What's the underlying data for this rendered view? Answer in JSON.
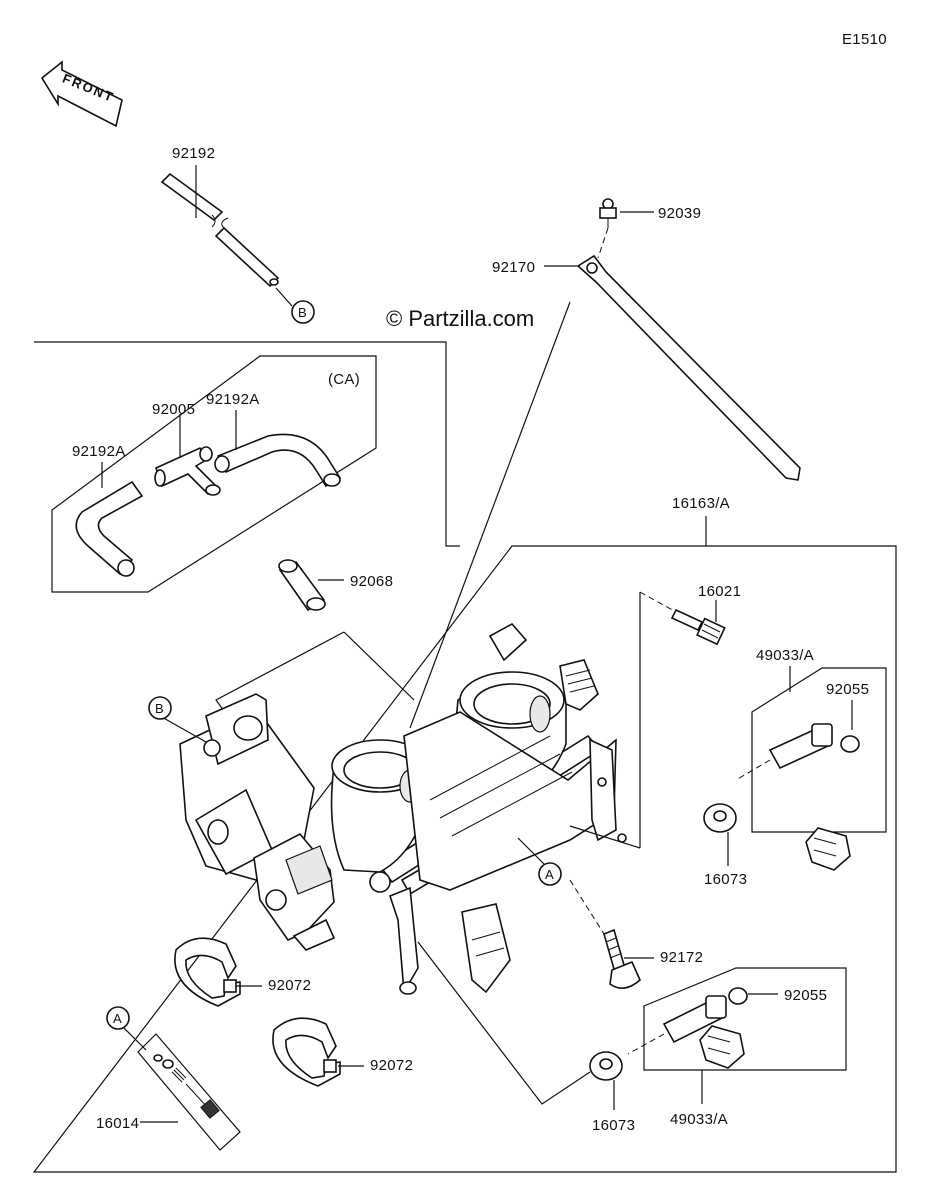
{
  "figure_id": "E1510",
  "front_label": "FRONT",
  "watermark": "© Partzilla.com",
  "callouts": {
    "hose_b_part": "92192",
    "ref_b": "B",
    "ref_b2": "B",
    "clamp_screw": "92039",
    "bracket": "92170",
    "hose_a_right": "92192A",
    "ca_tag": "(CA)",
    "joint": "92005",
    "hose_a_left": "92192A",
    "cap": "92068",
    "assy": "16163/A",
    "idle_screw": "16021",
    "injector_top_assy": "49033/A",
    "oring_top": "92055",
    "ref_a_body": "A",
    "grommet_top": "16073",
    "bolt": "92172",
    "band_top": "92072",
    "oring_bottom": "92055",
    "ref_a_kit": "A",
    "band_bottom": "92072",
    "grommet_bottom": "16073",
    "injector_bottom_assy": "49033/A",
    "screw_kit": "16014"
  }
}
